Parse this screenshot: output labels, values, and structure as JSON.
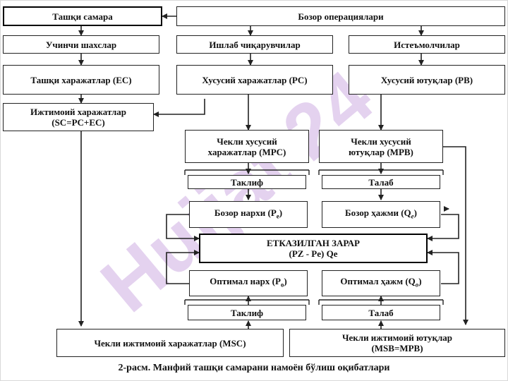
{
  "boxes": {
    "external_effect": "Ташқи самара",
    "market_operations": "Бозор операциялари",
    "third_parties": "Учинчи шахслар",
    "producers": "Ишлаб чиқарувчилар",
    "consumers": "Истеъмолчилар",
    "external_costs": "Ташқи харажатлар (ЕС)",
    "private_costs": "Хусусий харажатлар (PC)",
    "private_benefits": "Хусусий ютуқлар (PB)",
    "social_costs_1": "Ижтимоий харажатлар",
    "social_costs_2": "(SC=PC+EC)",
    "mpc_1": "Чекли хусусий",
    "mpc_2": "харажатлар (MPC)",
    "mpb_1": "Чекли хусусий",
    "mpb_2": "ютуқлар (MPB)",
    "supply_1": "Таклиф",
    "demand_1": "Талаб",
    "market_price_main": "Бозор нархи (Р",
    "market_price_sub": "е",
    "market_price_tail": ")",
    "market_volume_main": "Бозор ҳажми (Q",
    "market_volume_sub": "е",
    "market_volume_tail": ")",
    "loss_title": "ЕТКАЗИЛГАН ЗАРАР",
    "loss_formula": "(PZ - Pe) Qe",
    "optimal_price_main": "Оптимал нарх (Р",
    "optimal_price_sub": "о",
    "optimal_price_tail": ")",
    "optimal_volume_main": "Оптимал ҳажм (Q",
    "optimal_volume_sub": "о",
    "optimal_volume_tail": ")",
    "supply_2": "Таклиф",
    "demand_2": "Талаб",
    "msc": "Чекли ижтимоий харажатлар (MSC)",
    "msb_1": "Чекли ижтимоий ютуқлар",
    "msb_2": "(MSB=MPB)"
  },
  "caption": "2-расм. Манфий ташқи самарани намоён бўлиш оқибатлари",
  "watermark": "Hujjat 24",
  "colors": {
    "line": "#222222",
    "watermark": "#c9a6e0"
  }
}
